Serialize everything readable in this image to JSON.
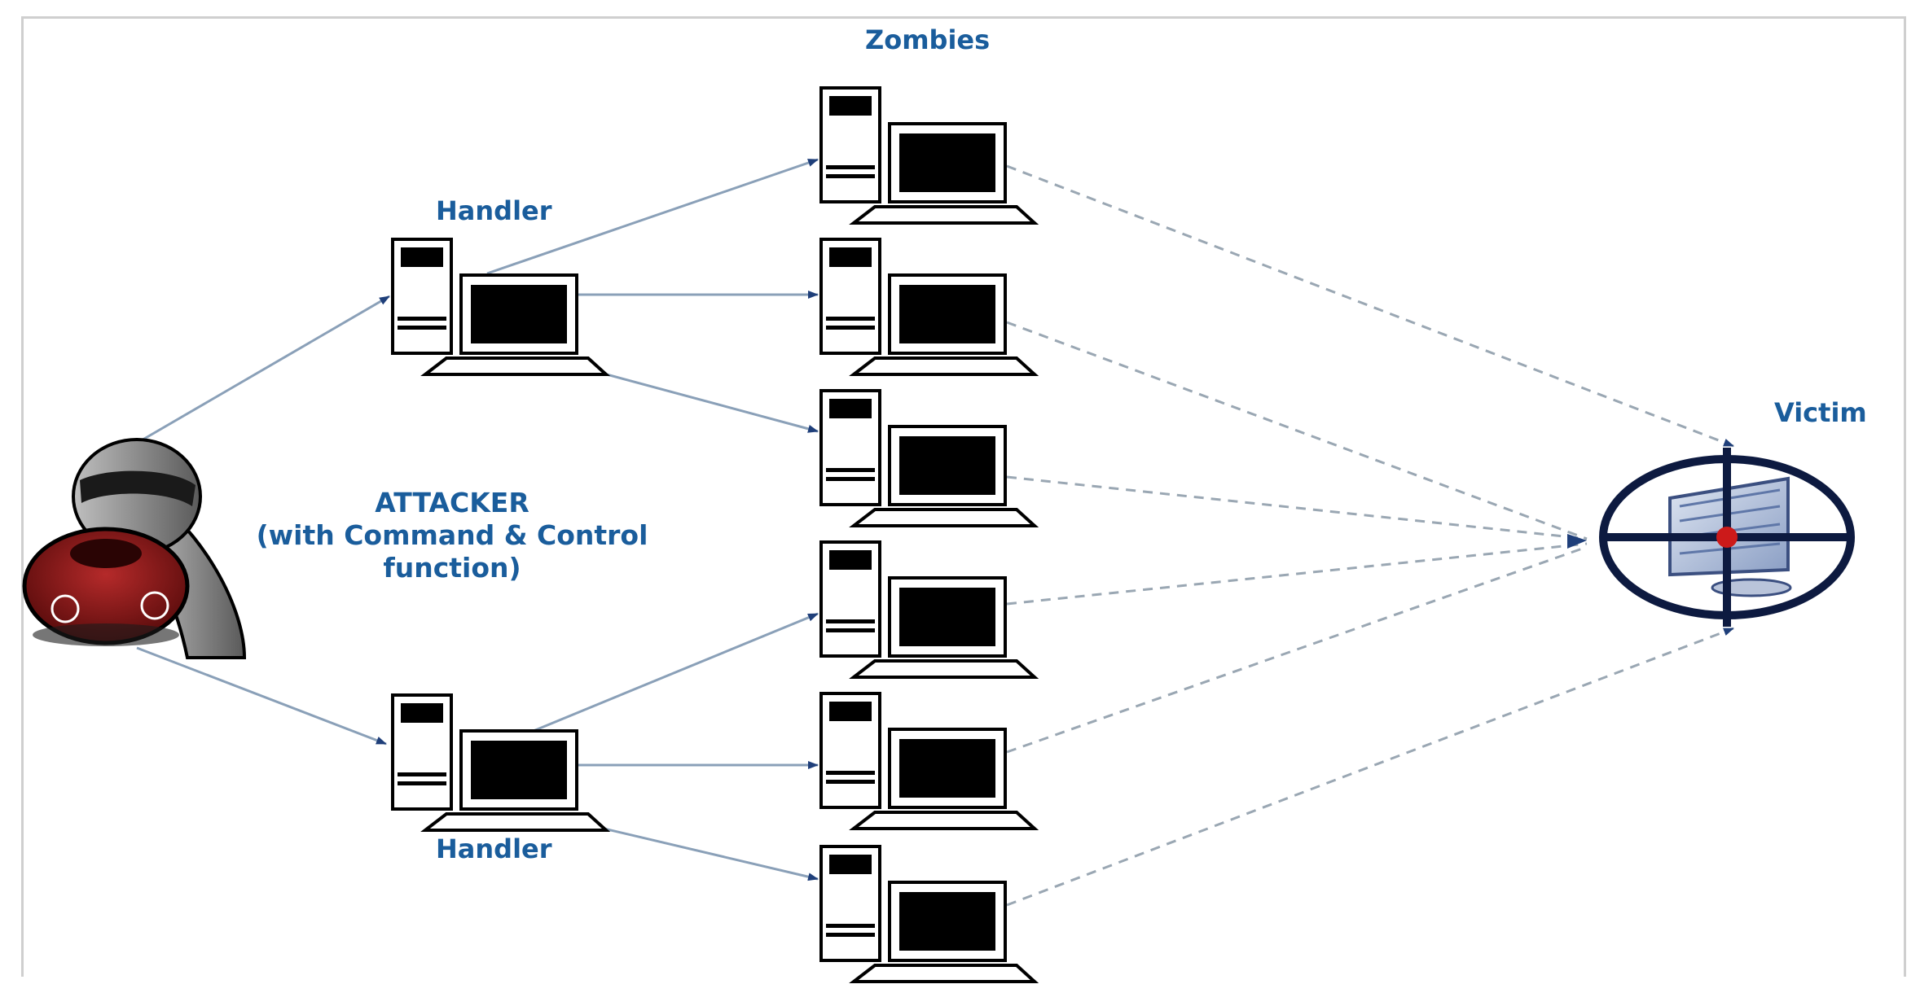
{
  "labels": {
    "zombies": "Zombies",
    "handler_top": "Handler",
    "handler_bottom": "Handler",
    "victim": "Victim",
    "attacker_line1": "ATTACKER",
    "attacker_line2": "(with Command & Control",
    "attacker_line3": "function)"
  },
  "colors": {
    "label_blue": "#1a5d9c",
    "solid_link": "#8aa0b8",
    "dashed_link": "#9aa7b3",
    "arrow_head": "#1f3f7a",
    "attacker_body": "#8b1a1a",
    "target_ring": "#0d1a40",
    "target_center": "#cc1a1a"
  },
  "nodes": {
    "attacker": {
      "icon": "hacker-icon"
    },
    "handlers": [
      {
        "icon": "computer-icon"
      },
      {
        "icon": "computer-icon"
      }
    ],
    "zombies": [
      {
        "icon": "computer-icon"
      },
      {
        "icon": "computer-icon"
      },
      {
        "icon": "computer-icon"
      },
      {
        "icon": "computer-icon"
      },
      {
        "icon": "computer-icon"
      },
      {
        "icon": "computer-icon"
      }
    ],
    "victim": {
      "icon": "crosshair-target-icon"
    }
  }
}
